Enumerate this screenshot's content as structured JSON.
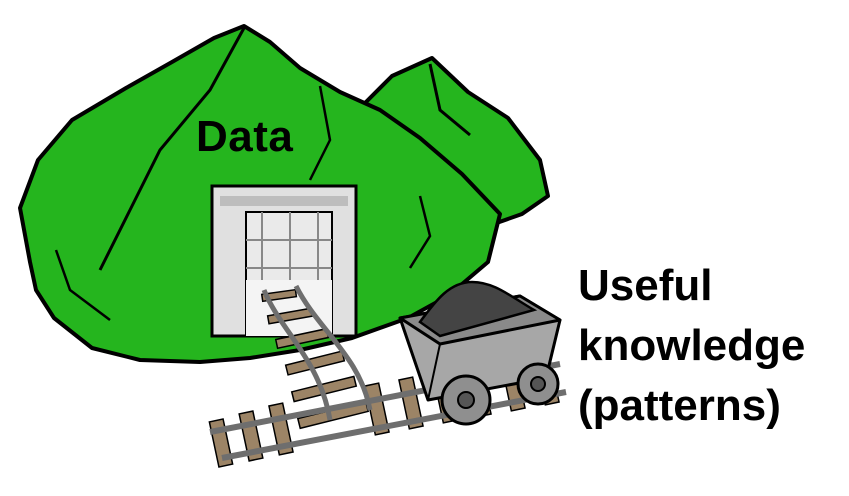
{
  "labels": {
    "data": "Data",
    "knowledge": [
      "Useful",
      "knowledge",
      "(patterns)"
    ]
  },
  "colors": {
    "mountain": "#25b51e",
    "outline": "#000000",
    "frame": "#d9d9d9",
    "rail": "#7a7a7a",
    "tie": "#9c8466",
    "cart": "#a7a7a7",
    "ore": "#444444"
  }
}
